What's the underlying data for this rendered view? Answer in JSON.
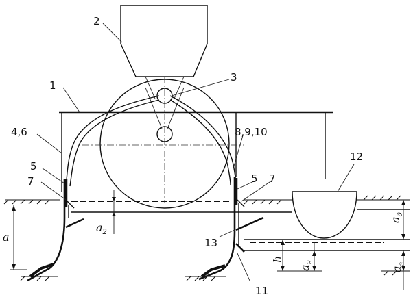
{
  "labels": {
    "l1": "1",
    "l2": "2",
    "l3": "3",
    "l46": "4,6",
    "l5a": "5",
    "l7a": "7",
    "l8910": "8,9,10",
    "l5b": "5",
    "l7b": "7",
    "l12": "12",
    "l13": "13",
    "l11": "11"
  },
  "dimensions": {
    "a": "a",
    "a2_base": "a",
    "a2_sub": "2",
    "ad_base": "a",
    "ad_sub": "д",
    "h": "h",
    "an_base": "a",
    "an_sub": "н",
    "a3_base": "a",
    "a3_sub": "з"
  }
}
